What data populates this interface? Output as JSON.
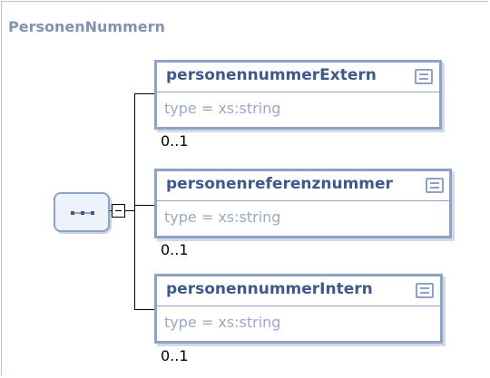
{
  "diagram": {
    "title": "PersonenNummern",
    "compositor": {
      "kind": "sequence",
      "icon": "sequence-icon",
      "toggle_state": "expanded"
    },
    "elements": [
      {
        "name": "personennummerExtern",
        "type": "type = xs:string",
        "cardinality": "0..1",
        "icon": "documentation-icon"
      },
      {
        "name": "personenreferenznummer",
        "type": "type = xs:string",
        "cardinality": "0..1",
        "icon": "documentation-icon"
      },
      {
        "name": "personennummerIntern",
        "type": "type = xs:string",
        "cardinality": "0..1",
        "icon": "documentation-icon"
      }
    ],
    "colors": {
      "title": "#8193b2",
      "box_border": "#8ea3c4",
      "element_name": "#3d5a8a",
      "type_text": "#9aa9c0"
    }
  }
}
